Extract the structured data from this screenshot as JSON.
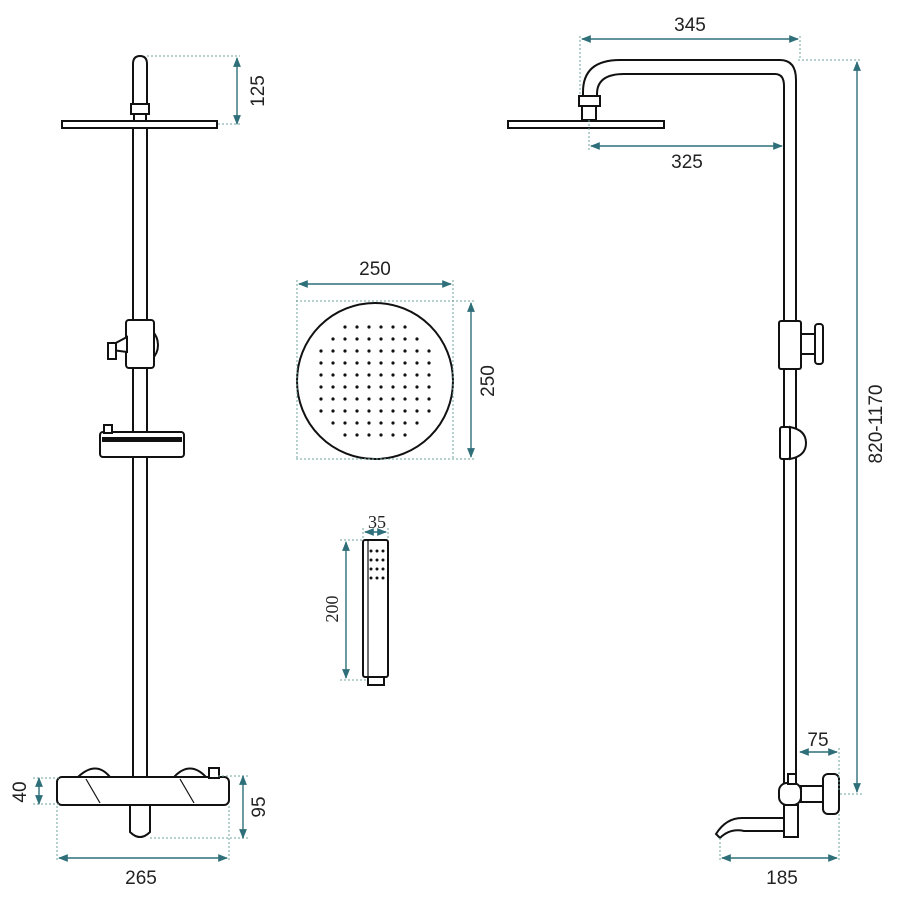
{
  "colors": {
    "line": "#111111",
    "dimension_line": "#2f6f7a",
    "extension_line": "#6fa39e",
    "text": "#222222",
    "background": "#ffffff"
  },
  "front_view": {
    "dim_head_drop": "125",
    "dim_mixer_height": "40",
    "dim_mixer_depth": "95",
    "dim_mixer_width": "265"
  },
  "overhead_shower": {
    "dim_width": "250",
    "dim_height": "250"
  },
  "hand_shower": {
    "dim_width": "35",
    "dim_length": "200"
  },
  "side_view": {
    "dim_arm_reach": "345",
    "dim_head_offset": "325",
    "dim_total_height": "820-1170",
    "dim_spout_offset": "75",
    "dim_spout_length": "185"
  }
}
